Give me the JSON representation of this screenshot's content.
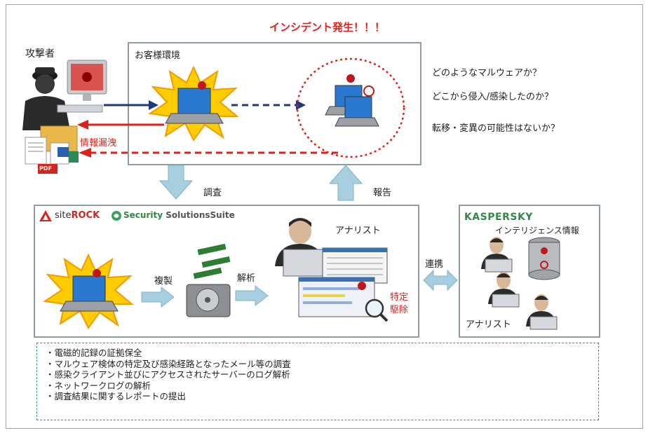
{
  "title": "インシデント発生！！！",
  "attacker_label": "攻撃者",
  "customer_env_label": "お客様環境",
  "leak_label": "情報漏洩",
  "pdf_label": "PDF",
  "questions": [
    "どのようなマルウェアか？",
    "どこから侵入/感染したのか？",
    "転移・変異の可能性はないか？"
  ],
  "investigate_label": "調査",
  "report_label": "報告",
  "logo_siterock": {
    "site": "site",
    "rock": "ROCK"
  },
  "logo_sss": {
    "security": "Security",
    "solutions": "SolutionsSuite"
  },
  "analyst_label": "アナリスト",
  "duplicate_label": "複製",
  "analyze_label": "解析",
  "identify_remove_label": [
    "特定",
    "駆除"
  ],
  "cooperation_label": "連携",
  "kaspersky_logo": "KASPERSKY",
  "intelligence_label": "インテリジェンス情報",
  "kaspersky_analyst_label": "アナリスト",
  "bullet_items": [
    "・電磁的記録の証拠保全",
    "・マルウェア検体の特定及び感染経路となったメール等の調査",
    "・感染クライアント並びにアクセスされたサーバーのログ解析",
    "・ネットワークログの解析",
    "・調査結果に関するレポートの提出"
  ],
  "colors": {
    "alert_red": "#e0201a",
    "navy_arrow": "#1f3a78",
    "light_arrow": "#a8cfe0",
    "burst_yellow": "#ffcc00",
    "dashed_green": "#3a9a68"
  }
}
